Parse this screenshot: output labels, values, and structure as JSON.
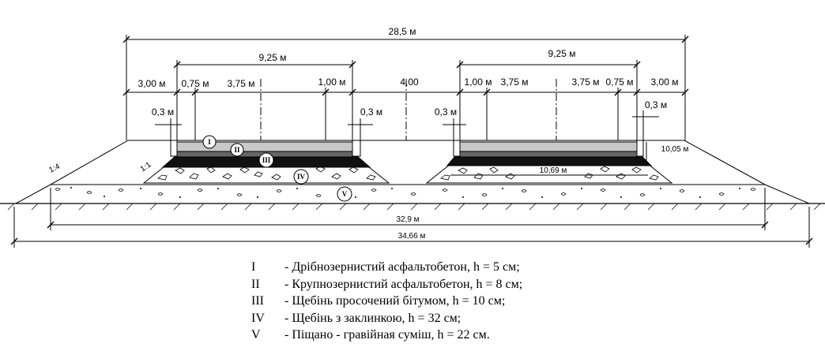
{
  "dimensions": {
    "total_top": "28,5 м",
    "carriageway_left": "9,25 м",
    "carriageway_right": "9,25 м",
    "shoulder_left": "3,00 м",
    "edge_strip_left_outer": "0,75 м",
    "lane_left_outer": "3,75 м",
    "edge_strip_left_inner": "1,00 м",
    "median": "4,00",
    "edge_strip_right_inner": "1,00 м",
    "lane_right_inner": "3,75 м",
    "lane_right_outer": "3,75 м",
    "edge_strip_right_outer": "0,75 м",
    "shoulder_right": "3,00 м",
    "curb_left_outer": "0,3 м",
    "curb_left_inner": "0,3 м",
    "curb_right_inner": "0,3 м",
    "curb_right_outer": "0,3 м",
    "slope_outer": "1:4",
    "slope_inner": "1:1",
    "base_right_width": "10,69 м",
    "base_right_offset": "10,05 м",
    "bottom_inner": "32,9 м",
    "bottom_outer": "34,66 м"
  },
  "layer_markers": [
    "I",
    "II",
    "III",
    "IV",
    "V"
  ],
  "legend": [
    {
      "num": "I",
      "text": "-   Дрібнозернистий асфальтобетон, h = 5 см;"
    },
    {
      "num": "II",
      "text": "-   Крупнозернистий  асфальтобетон, h = 8 см;"
    },
    {
      "num": "III",
      "text": "-   Щебінь просочений бітумом, h = 10 см;"
    },
    {
      "num": "IV",
      "text": "-   Щебінь з заклинкою, h = 32 см;"
    },
    {
      "num": "V",
      "text": "-   Піщано - гравійная суміш, h = 22 см."
    }
  ]
}
